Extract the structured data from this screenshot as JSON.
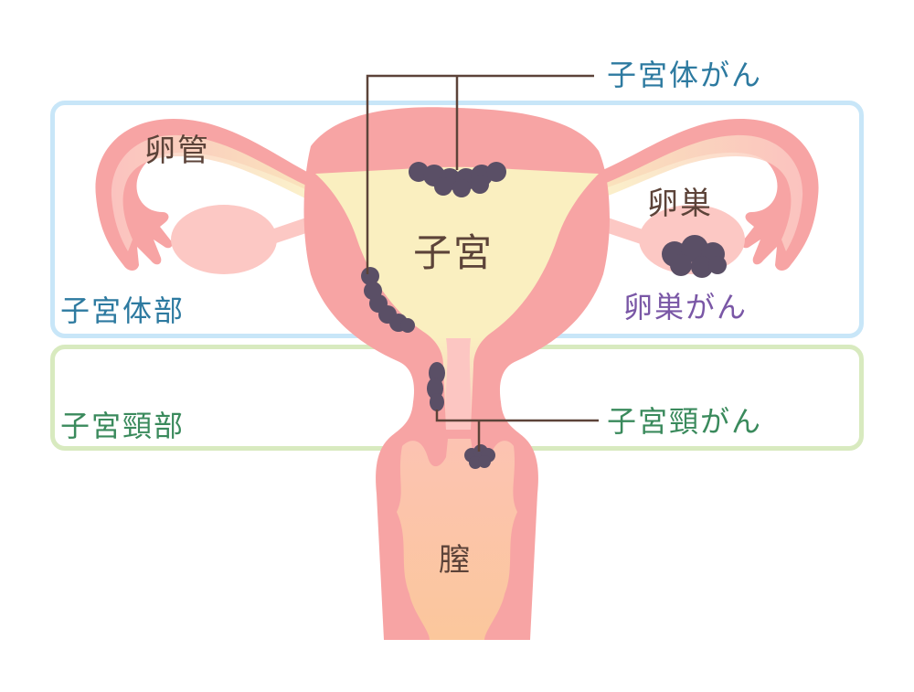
{
  "diagram": {
    "title": "",
    "regions": [
      {
        "id": "uterine-body",
        "label": "子宮体部",
        "border_color": "#c8e6f8",
        "text_color": "#2d7aa0"
      },
      {
        "id": "cervix",
        "label": "子宮頸部",
        "border_color": "#d8eabf",
        "text_color": "#3a8a5c"
      }
    ],
    "anatomy_labels": {
      "fallopian_tube": "卵管",
      "ovary": "卵巣",
      "uterus": "子宮",
      "vagina": "膣"
    },
    "cancer_labels": {
      "endometrial": {
        "text": "子宮体がん",
        "color": "#2d7aa0"
      },
      "ovarian": {
        "text": "卵巣がん",
        "color": "#7a57a6"
      },
      "cervical": {
        "text": "子宮頸がん",
        "color": "#3a8a5c"
      }
    },
    "colors": {
      "organ_outer": "#f7a4a4",
      "organ_light": "#fcc8c4",
      "cavity": "#faefc0",
      "vagina_inner": "#fbc79c",
      "tumor": "#5a4f66",
      "leader_line": "#5c4339"
    }
  }
}
